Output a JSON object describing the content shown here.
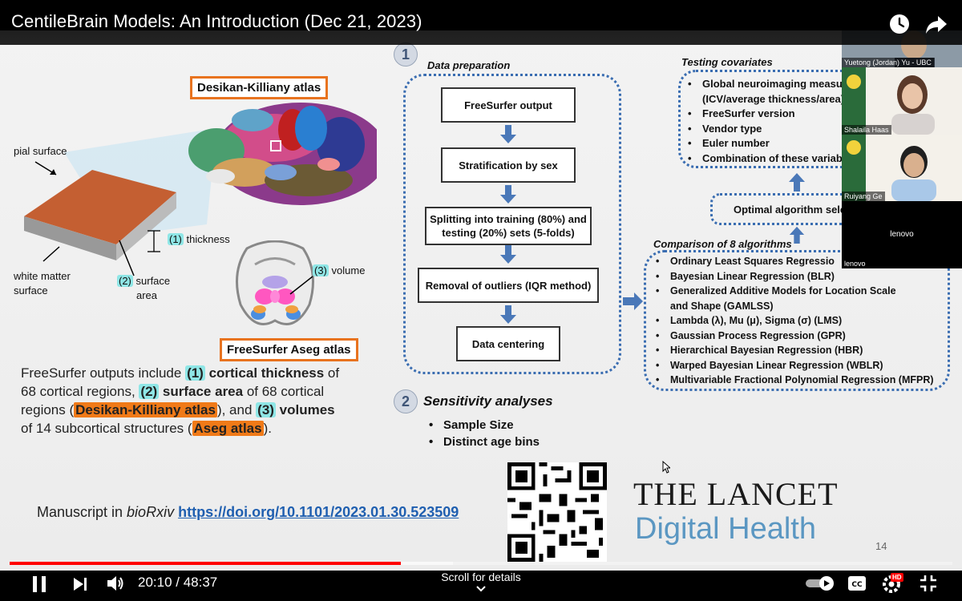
{
  "video": {
    "title": "CentileBrain Models: An Introduction (Dec 21, 2023)",
    "icons": {
      "watch_later": "clock-icon",
      "share": "share-arrow-icon"
    }
  },
  "slide": {
    "left": {
      "atlas_dk": "Desikan-Killiany atlas",
      "atlas_aseg": "FreeSurfer Aseg atlas",
      "pial_surface": "pial surface",
      "white_matter_1": "white matter",
      "white_matter_2": "surface",
      "thickness_num": "(1)",
      "thickness_label": "thickness",
      "surface_num": "(2)",
      "surface_label_1": "surface",
      "surface_label_2": "area",
      "volume_num": "(3)",
      "volume_label": "volume"
    },
    "description": {
      "p1_pre": "FreeSurfer outputs include ",
      "p1_num1": "(1)",
      "p1_bold1": " cortical thickness",
      "p1_mid1": " of",
      "p2_pre": "68 cortical regions, ",
      "p2_num2": "(2)",
      "p2_bold2": " surface area",
      "p2_mid2": " of 68 cortical",
      "p3_pre": "regions (",
      "p3_dk": "Desikan-Killiany atlas",
      "p3_mid": "), and ",
      "p3_num3": "(3)",
      "p3_bold3": " volumes",
      "p4_pre": "of 14 subcortical structures (",
      "p4_aseg": "Aseg atlas",
      "p4_post": ")."
    },
    "manuscript": {
      "prefix": "Manuscript in ",
      "journal": "bioRxiv",
      "link": "https://doi.org/10.1101/2023.01.30.523509"
    },
    "section1": {
      "number": "1",
      "heading": "Data preparation",
      "steps": [
        "FreeSurfer output",
        "Stratification by sex",
        "Splitting into training (80%) and testing (20%) sets (5-folds)",
        "Removal of outliers (IQR method)",
        "Data centering"
      ]
    },
    "covariates": {
      "heading": "Testing covariates",
      "items": [
        "Global neuroimaging measu",
        "(ICV/average thickness/area)",
        "FreeSurfer version",
        "Vendor type",
        "Euler number",
        "Combination of these variab"
      ]
    },
    "optimal": "Optimal algorithm sele",
    "algorithms": {
      "heading": "Comparison of 8 algorithms",
      "items": [
        "Ordinary Least Squares Regressio",
        "Bayesian Linear Regression (BLR)",
        "Generalized Additive Models for Location Scale",
        "and Shape (GAMLSS)",
        "Lambda (λ), Mu (μ), Sigma (σ) (LMS)",
        "Gaussian Process Regression (GPR)",
        "Hierarchical Bayesian Regression (HBR)",
        "Warped Bayesian Linear Regression (WBLR)",
        "Multivariable Fractional Polynomial Regression (MFPR)"
      ]
    },
    "section2": {
      "number": "2",
      "heading": "Sensitivity analyses",
      "items": [
        "Sample Size",
        "Distinct age bins"
      ]
    },
    "lancet": {
      "line1": "THE LANCET",
      "line2": "Digital Health"
    },
    "page_number": "14"
  },
  "participants": [
    {
      "name": "Yuetong (Jordan) Yu - UBC"
    },
    {
      "name": "Shalaila Haas"
    },
    {
      "name": "Ruiyang Ge"
    },
    {
      "name": "lenovo",
      "center_label": "lenovo"
    }
  ],
  "player": {
    "current_time": "20:10",
    "separator": " / ",
    "duration": "48:37",
    "progress_fraction": 0.4147,
    "buffered_fraction": 0.47,
    "scroll_hint": "Scroll for details",
    "hd_badge": "HD",
    "icons": [
      "pause-icon",
      "next-icon",
      "volume-icon",
      "autoplay-toggle",
      "captions-icon",
      "settings-icon",
      "fullscreen-exit-icon"
    ]
  }
}
